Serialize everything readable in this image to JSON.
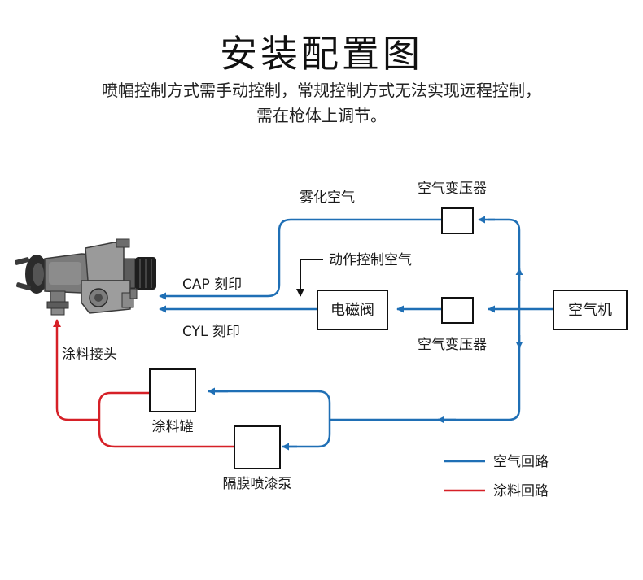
{
  "title": "安装配置图",
  "subtitle": {
    "line1": "喷幅控制方式需手动控制，常规控制方式无法实现远程控制，",
    "line2": "需在枪体上调节。"
  },
  "labels": {
    "atomizing_air": "雾化空气",
    "regulator_top": "空气变压器",
    "motion_control_air": "动作控制空气",
    "solenoid_valve": "电磁阀",
    "cap_mark": "CAP 刻印",
    "cyl_mark": "CYL 刻印",
    "regulator_bottom": "空气变压器",
    "air_compressor": "空气机",
    "paint_connector": "涂料接头",
    "paint_tank": "涂料罐",
    "diaphragm_pump": "隔膜喷漆泵"
  },
  "legend": {
    "air": "空气回路",
    "paint": "涂料回路"
  },
  "colors": {
    "air_line": "#1f6fb5",
    "paint_line": "#d62027"
  }
}
